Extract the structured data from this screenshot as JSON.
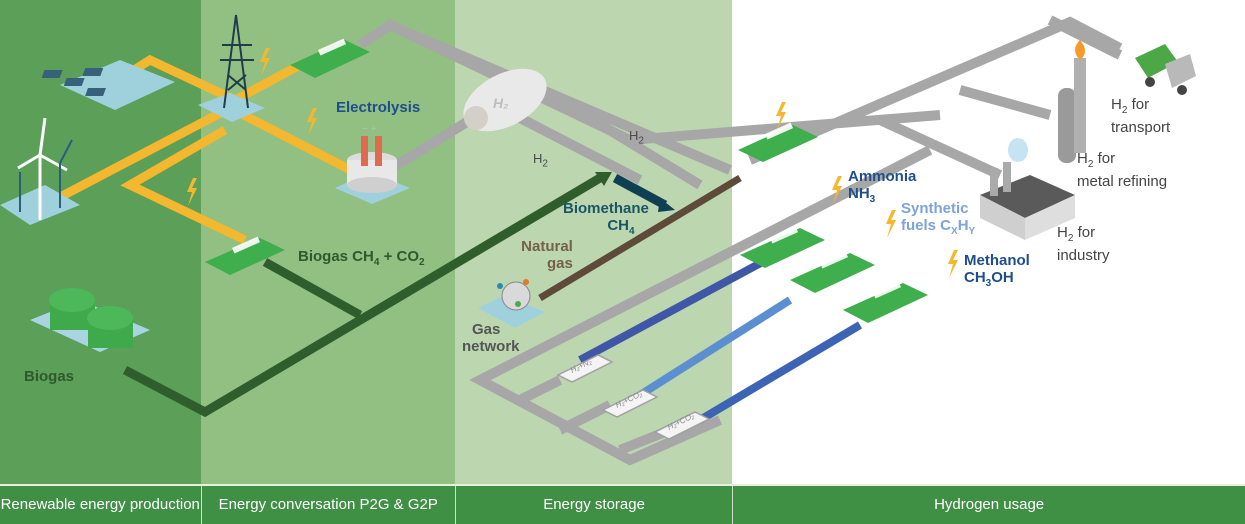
{
  "footer": {
    "sections": [
      {
        "label": "Renewable energy production"
      },
      {
        "label": "Energy conversation P2G & G2P"
      },
      {
        "label": "Energy storage"
      },
      {
        "label": "Hydrogen usage"
      }
    ]
  },
  "labels": {
    "electrolysis": "Electrolysis",
    "biogas_source": "Biogas",
    "biogas_mix": "Biogas CH",
    "biogas_mix_sub4": "4",
    "biogas_mix_plus": " + CO",
    "biogas_mix_sub2": "2",
    "h2_main": "H",
    "h2_sub": "2",
    "biomethane": "Biomethane",
    "biomethane_formula": "CH",
    "biomethane_sub": "4",
    "natural_gas_1": "Natural",
    "natural_gas_2": "gas",
    "gas_network_1": "Gas",
    "gas_network_2": "network",
    "ammonia": "Ammonia",
    "ammonia_formula": "NH",
    "ammonia_sub": "3",
    "synthetic_1": "Synthetic",
    "synthetic_2": "fuels C",
    "synthetic_subx": "X",
    "synthetic_h": "H",
    "synthetic_suby": "Y",
    "methanol": "Methanol",
    "methanol_f1": "CH",
    "methanol_sub": "3",
    "methanol_f2": "OH",
    "transport_1": " for",
    "transport_2": "transport",
    "refining_1": " for",
    "refining_2": "metal refining",
    "industry_1": " for",
    "industry_2": "industry",
    "tank_label": "H₂",
    "mix_n2": "H₂+N₂",
    "mix_co2_a": "H₂+CO₂",
    "mix_co2_b": "H₂+CO₂"
  },
  "colors": {
    "electricity": "#f3b82f",
    "hydrogen": "#a7a7a7",
    "biogas": "#2f5e2c",
    "biomethane": "#0f3f52",
    "natural_gas": "#5e4a38",
    "ammonia_line": "#3f57a6",
    "synthetic_line": "#5c8fd0",
    "methanol_line": "#3c63b4"
  }
}
